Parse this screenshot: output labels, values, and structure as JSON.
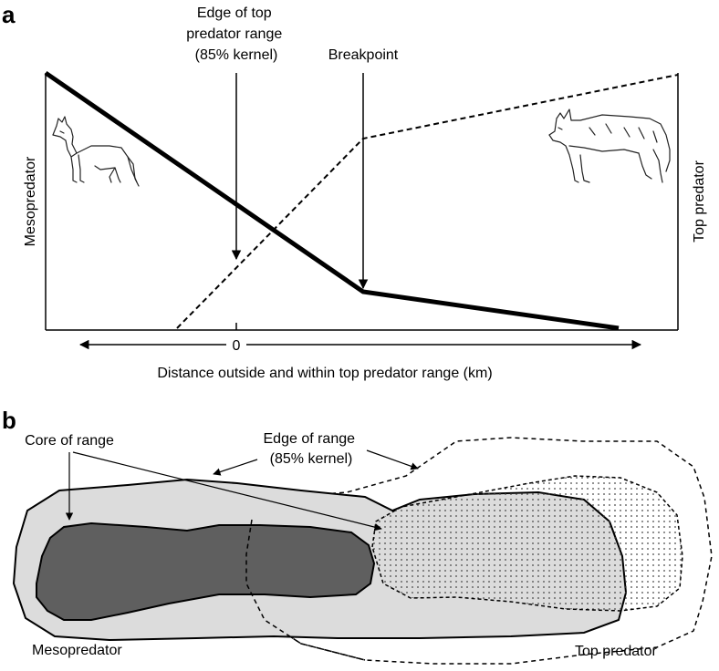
{
  "panel_a": {
    "letter": "a",
    "annotations": {
      "edge_of_range": [
        "Edge of top",
        "predator range",
        "(85% kernel)"
      ],
      "breakpoint": "Breakpoint"
    },
    "y_label_left": "Mesopredator",
    "y_label_right": "Top predator",
    "x_zero_label": "0",
    "x_label": "Distance outside and within top predator range (km)",
    "series": [
      {
        "name": "Mesopredator",
        "style": "solid"
      },
      {
        "name": "Top predator",
        "style": "dashed"
      }
    ],
    "icons": [
      "coyote-icon",
      "wolf-icon"
    ]
  },
  "panel_b": {
    "letter": "b",
    "core_label": "Core of range",
    "edge_label": [
      "Edge of range",
      "(85% kernel)"
    ],
    "meso_label": "Mesopredator",
    "top_label": "Top predator",
    "colors": {
      "meso_range_fill": "#dcdcdc",
      "meso_core_fill": "#5f5f5f",
      "top_core_dots": "#444444"
    }
  }
}
